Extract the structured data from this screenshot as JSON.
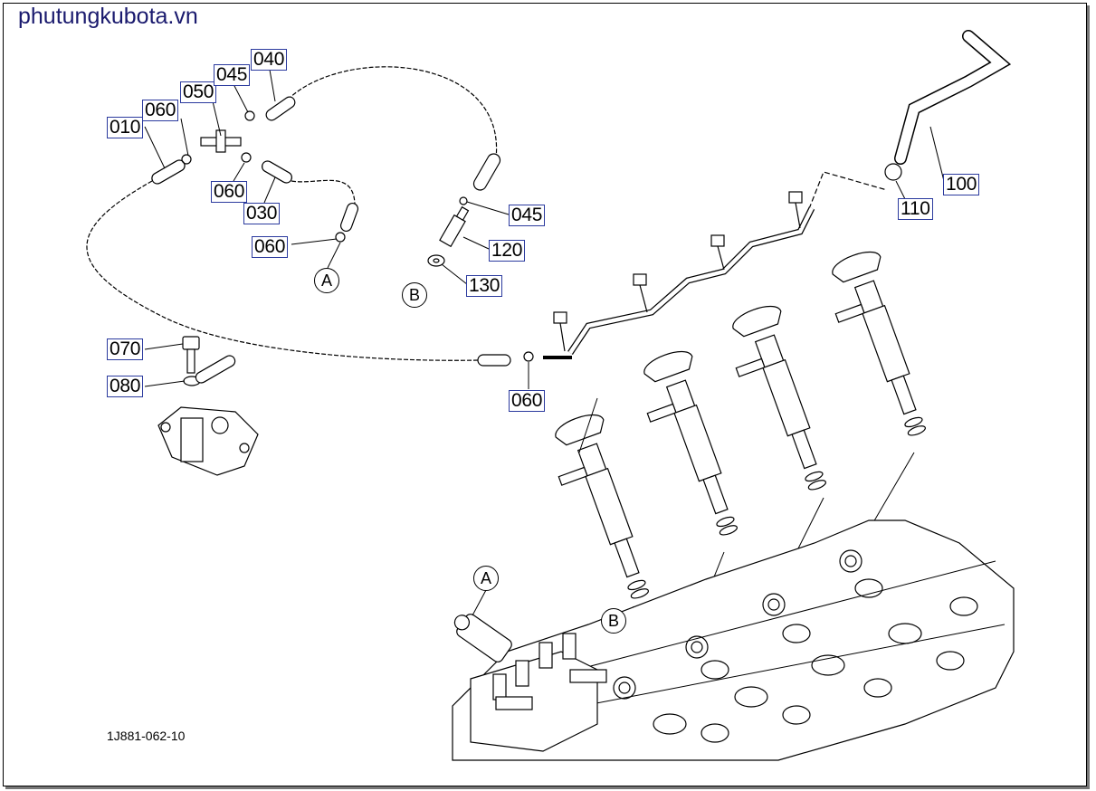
{
  "watermark": "phutungkubota.vn",
  "drawing_code": "1J881-062-10",
  "callouts": {
    "c010": "010",
    "c060a": "060",
    "c050": "050",
    "c045a": "045",
    "c040": "040",
    "c060b": "060",
    "c030": "030",
    "c060c": "060",
    "c045b": "045",
    "c120": "120",
    "c130": "130",
    "c070": "070",
    "c080": "080",
    "c060d": "060",
    "c100": "100",
    "c110": "110"
  },
  "refs": {
    "a1": "A",
    "b1": "B",
    "a2": "A",
    "b2": "B"
  },
  "colors": {
    "callout_border": "#2b3a9e",
    "line": "#000000",
    "watermark": "#1a1a6e"
  }
}
